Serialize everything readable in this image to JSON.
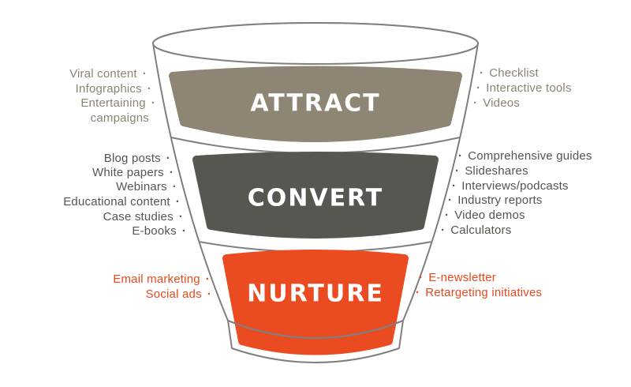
{
  "funnel": {
    "stages": [
      {
        "name": "ATTRACT"
      },
      {
        "name": "CONVERT"
      },
      {
        "name": "NURTURE"
      }
    ]
  },
  "labels": {
    "left": {
      "attract": [
        "Viral content",
        "Infographics",
        "Entertaining",
        "campaigns"
      ],
      "convert": [
        "Blog posts",
        "White papers",
        "Webinars",
        "Educational content",
        "Case studies",
        "E-books"
      ],
      "nurture": [
        "Email marketing",
        "Social ads"
      ]
    },
    "right": {
      "attract": [
        "Checklist",
        "Interactive tools",
        "Videos"
      ],
      "convert": [
        "Comprehensive guides",
        "Slideshares",
        "Interviews/podcasts",
        "Industry reports",
        "Video demos",
        "Calculators"
      ],
      "nurture": [
        "E-newsletter",
        "Retargeting initiatives"
      ]
    }
  },
  "ui": {
    "bullet": "·"
  },
  "colors": {
    "attract_fill": "#8d8674",
    "convert_fill": "#575751",
    "nurture_fill": "#ea4b20",
    "attract_text": "#8d8373",
    "convert_text": "#55554e",
    "nurture_text": "#e8481c",
    "stage_label_text": "#ffffff",
    "outline": "#7f7f7f",
    "funnel_fill": "#ffffff"
  }
}
